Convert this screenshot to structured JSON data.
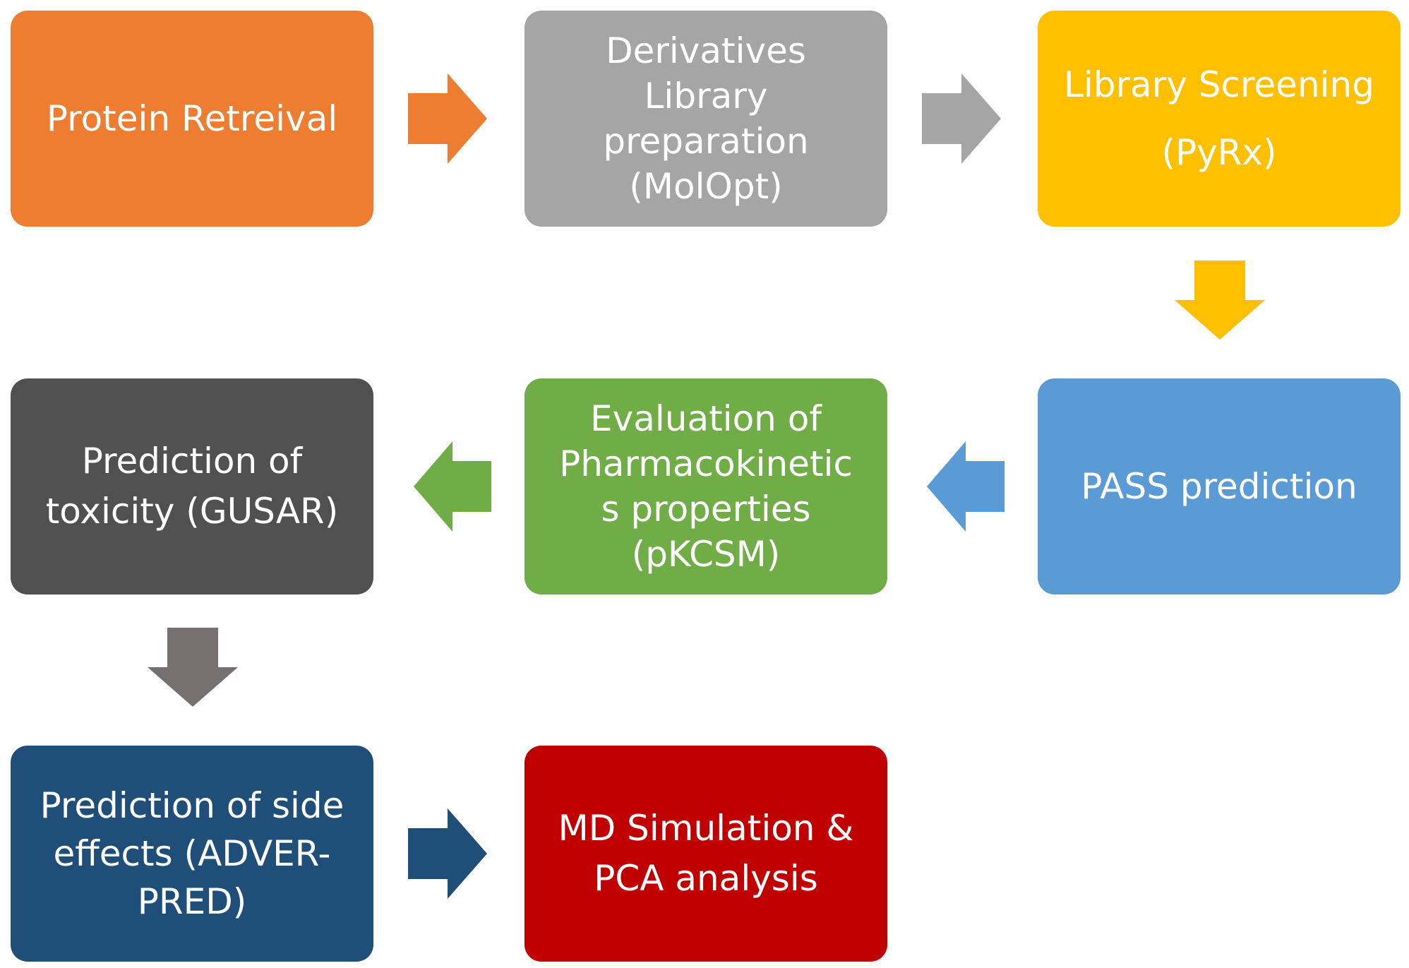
{
  "steps": [
    {
      "id": "protein-retrieval",
      "label": "Protein Retreival",
      "color": "#ED7D31"
    },
    {
      "id": "derivatives-library",
      "label": "Derivatives\nLibrary\npreparation\n(MolOpt)",
      "color": "#A5A5A5"
    },
    {
      "id": "library-screening",
      "label": "Library Screening\n(PyRx)",
      "color": "#FFC000"
    },
    {
      "id": "pass-prediction",
      "label": "PASS prediction",
      "color": "#5B9BD5"
    },
    {
      "id": "pharmacokinetics",
      "label": "Evaluation of\nPharmacokinetic\ns properties\n(pKCSM)",
      "color": "#70AD47"
    },
    {
      "id": "toxicity",
      "label": "Prediction of\ntoxicity (GUSAR)",
      "color": "#505050"
    },
    {
      "id": "side-effects",
      "label": "Prediction of side\neffects (ADVER-\nPRED)",
      "color": "#1F4E79"
    },
    {
      "id": "md-simulation",
      "label": "MD Simulation &\nPCA analysis",
      "color": "#C00000"
    }
  ],
  "arrows": [
    {
      "id": "arrow-1-2",
      "direction": "right",
      "color": "#ED7D31"
    },
    {
      "id": "arrow-2-3",
      "direction": "right",
      "color": "#A5A5A5"
    },
    {
      "id": "arrow-3-4",
      "direction": "down",
      "color": "#FFC000"
    },
    {
      "id": "arrow-4-5",
      "direction": "left",
      "color": "#5B9BD5"
    },
    {
      "id": "arrow-5-6",
      "direction": "left",
      "color": "#70AD47"
    },
    {
      "id": "arrow-6-7",
      "direction": "down",
      "color": "#767171"
    },
    {
      "id": "arrow-7-8",
      "direction": "right",
      "color": "#1F4E79"
    }
  ]
}
